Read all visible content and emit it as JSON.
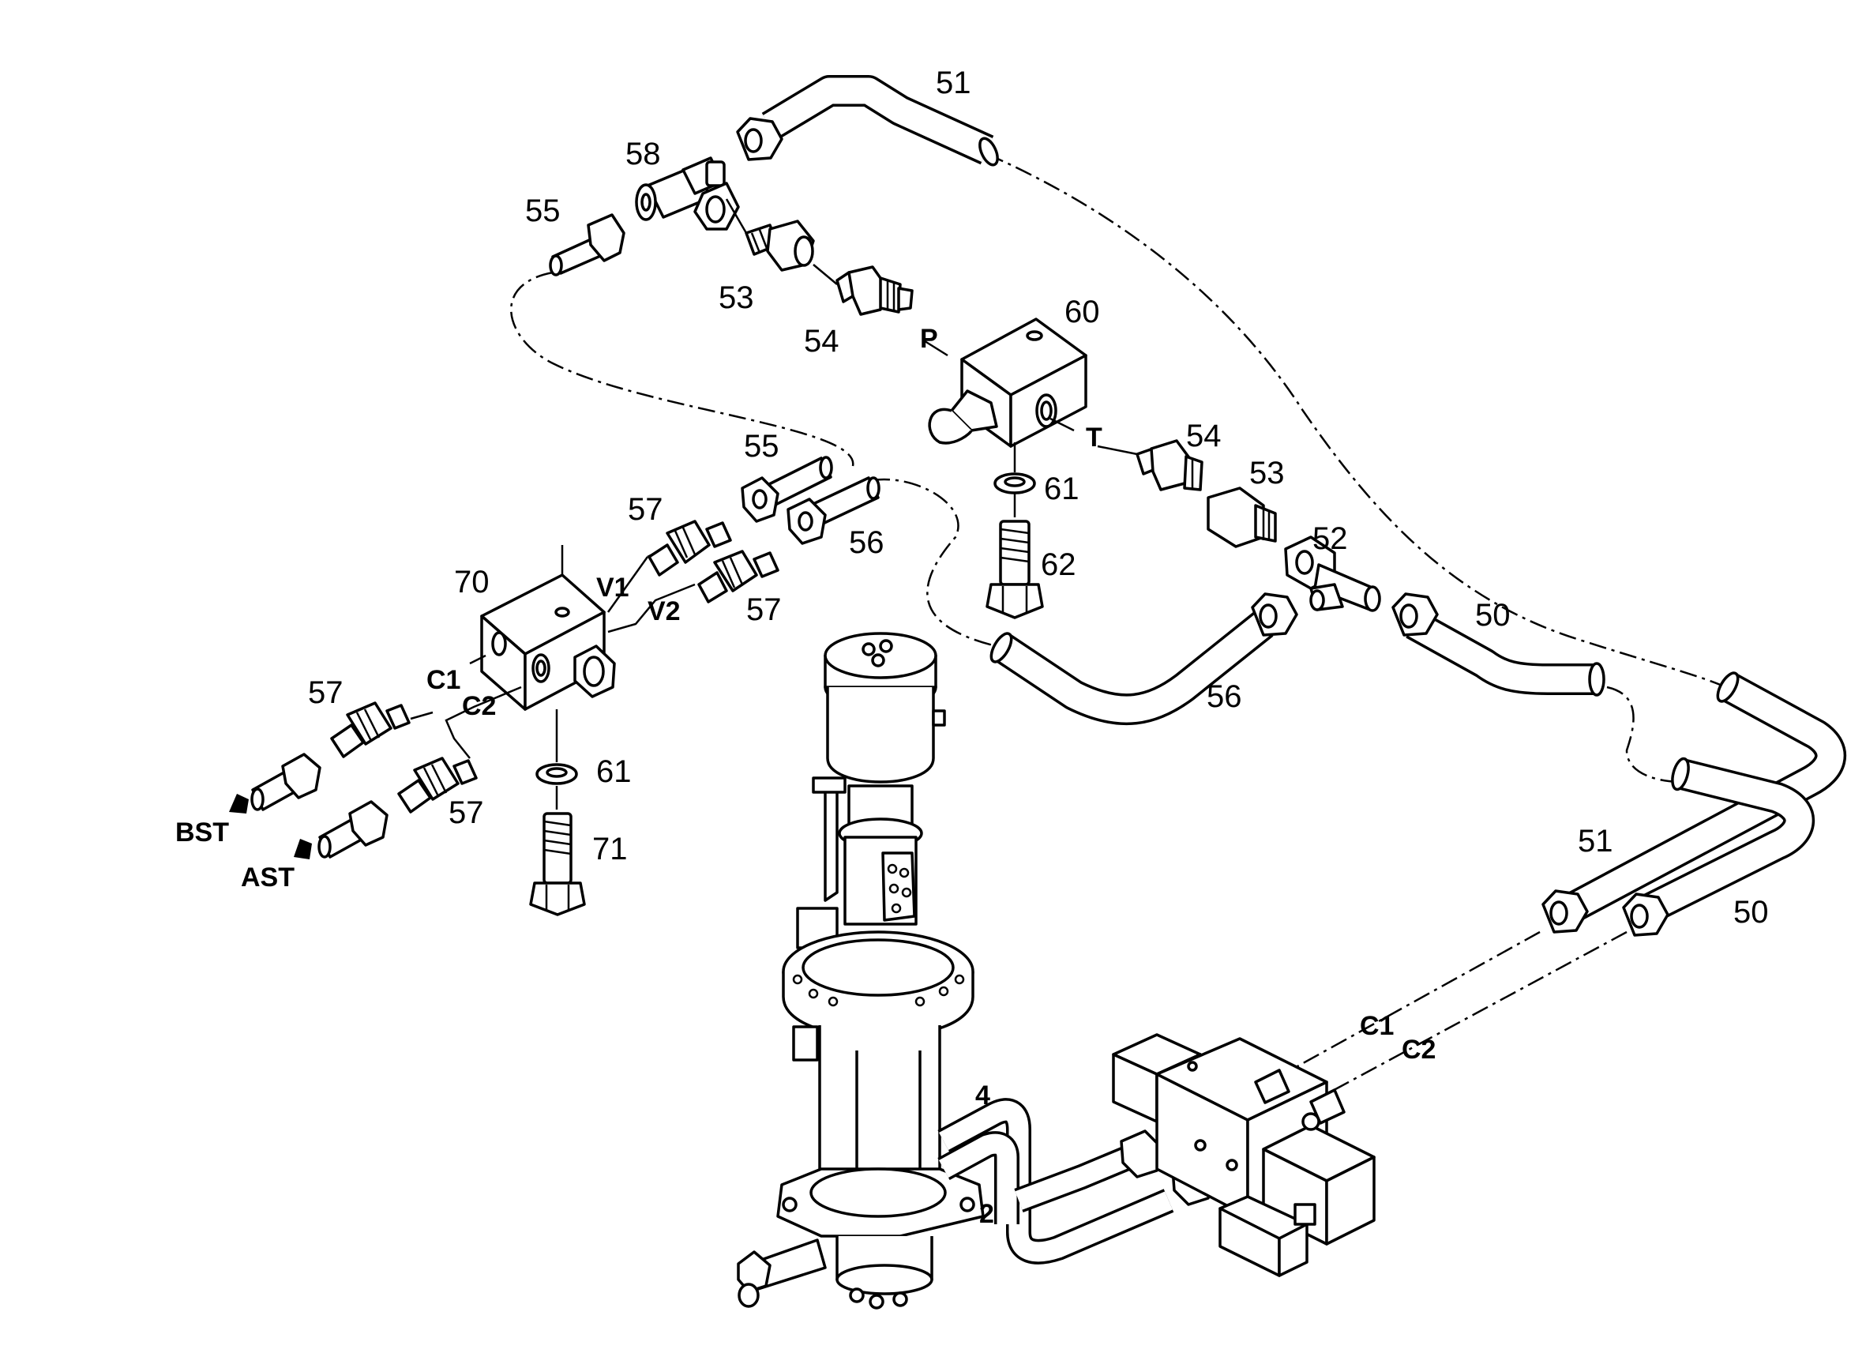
{
  "callouts": {
    "c51_top": "51",
    "c58": "58",
    "c55_top": "55",
    "c53_top": "53",
    "c54_top": "54",
    "c60": "60",
    "c55_mid": "55",
    "c54_right": "54",
    "c53_right": "53",
    "c61_top": "61",
    "c57_v1": "57",
    "c56_mid": "56",
    "c52": "52",
    "c62": "62",
    "c70": "70",
    "c57_v2": "57",
    "c50_mid": "50",
    "c56_lower": "56",
    "c57_c1": "57",
    "c61_low": "61",
    "c57_c2": "57",
    "c71": "71",
    "c51_right": "51",
    "c50_right": "50"
  },
  "ports": {
    "p": "P",
    "t": "T",
    "v1": "V1",
    "v2": "V2",
    "c1_left": "C1",
    "c2_left": "C2",
    "bst": "BST",
    "ast": "AST",
    "c1_right": "C1",
    "c2_right": "C2",
    "port4": "4",
    "port2": "2"
  },
  "colors": {
    "ink": "#000000",
    "paper": "#ffffff"
  }
}
